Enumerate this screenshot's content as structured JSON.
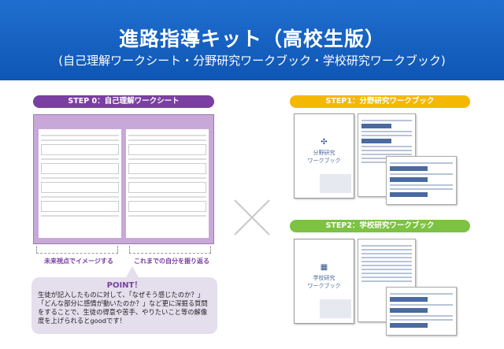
{
  "header": {
    "title": "進路指導キット（高校生版）",
    "subtitle": "(自己理解ワークシート・分野研究ワークブック・学校研究ワークブック)"
  },
  "step0": {
    "label": "STEP 0：自己理解ワークシート",
    "left_caption": "未来視点でイメージする",
    "right_caption": "これまでの自分を振り返る"
  },
  "point": {
    "title": "POINT！",
    "text": "生徒が記入したものに対して、「なぜそう感じたのか？」「どんな部分に感情が動いたのか？」など更に深掘る質問をすることで、生徒の得意や苦手、やりたいこと等の解像度を上げられるとgoodです！"
  },
  "step1": {
    "label": "STEP1：分野研究ワークブック",
    "cover_title": "分野研究\nワークブック"
  },
  "step2": {
    "label": "STEP2：学校研究ワークブック",
    "cover_title": "学校研究\nワークブック"
  },
  "colors": {
    "purple": "#7a3fa0",
    "yellow": "#f5b800",
    "green": "#7dc242",
    "blue": "#1566c6"
  }
}
